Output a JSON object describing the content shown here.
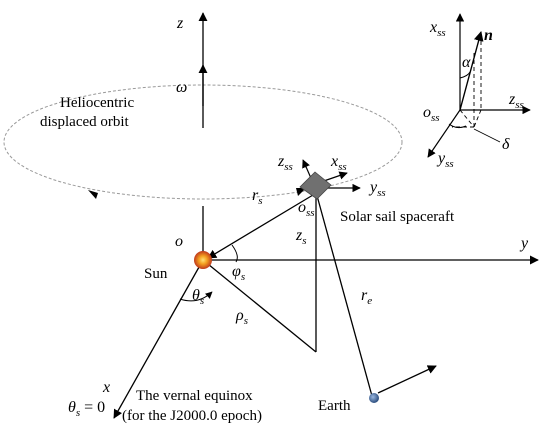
{
  "labels": {
    "orbit_line1": "Heliocentric",
    "orbit_line2": "displaced orbit",
    "sun": "Sun",
    "spacecraft": "Solar sail spaceraft",
    "earth": "Earth",
    "equinox_line1": "The vernal equinox",
    "equinox_line2": "(for the J2000.0 epoch)"
  },
  "axes": {
    "x": "x",
    "y": "y",
    "z": "z",
    "omega": "ω",
    "origin": "o"
  },
  "vars": {
    "r": "r",
    "r_sub": "s",
    "z": "z",
    "z_sub": "s",
    "rho": "ρ",
    "rho_sub": "s",
    "phi": "φ",
    "phi_sub": "s",
    "theta": "θ",
    "theta_sub": "s",
    "re": "r",
    "re_sub": "e",
    "theta_eq": "θ",
    "theta_eq_sub": "s",
    "theta_eq_val": " = 0"
  },
  "sail_frame": {
    "x": "x",
    "y": "y",
    "z": "z",
    "o": "o",
    "sub": "ss"
  },
  "inset": {
    "x": "x",
    "y": "y",
    "z": "z",
    "o": "o",
    "sub": "ss",
    "n": "n",
    "alpha": "α",
    "delta": "δ"
  },
  "colors": {
    "sun_core": "#f4a020",
    "sun_edge": "#c0391b",
    "earth": "#3b5f93",
    "sail": "#707070",
    "orbit": "#9a9a9a"
  }
}
